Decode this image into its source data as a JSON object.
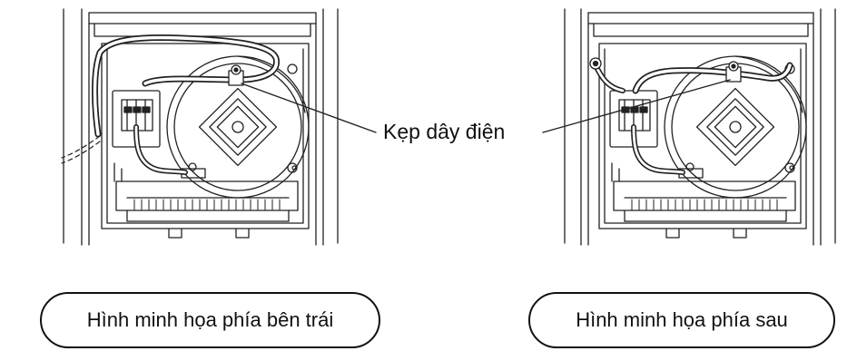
{
  "callout": {
    "label": "Kẹp dây điện"
  },
  "captions": {
    "left": "Hình minh họa phía bên trái",
    "right": "Hình minh họa phía sau"
  },
  "icons": {
    "left_diagram": "unit-wiring-left-illustration",
    "right_diagram": "unit-wiring-rear-illustration",
    "clamp": "cable-clamp-icon"
  }
}
